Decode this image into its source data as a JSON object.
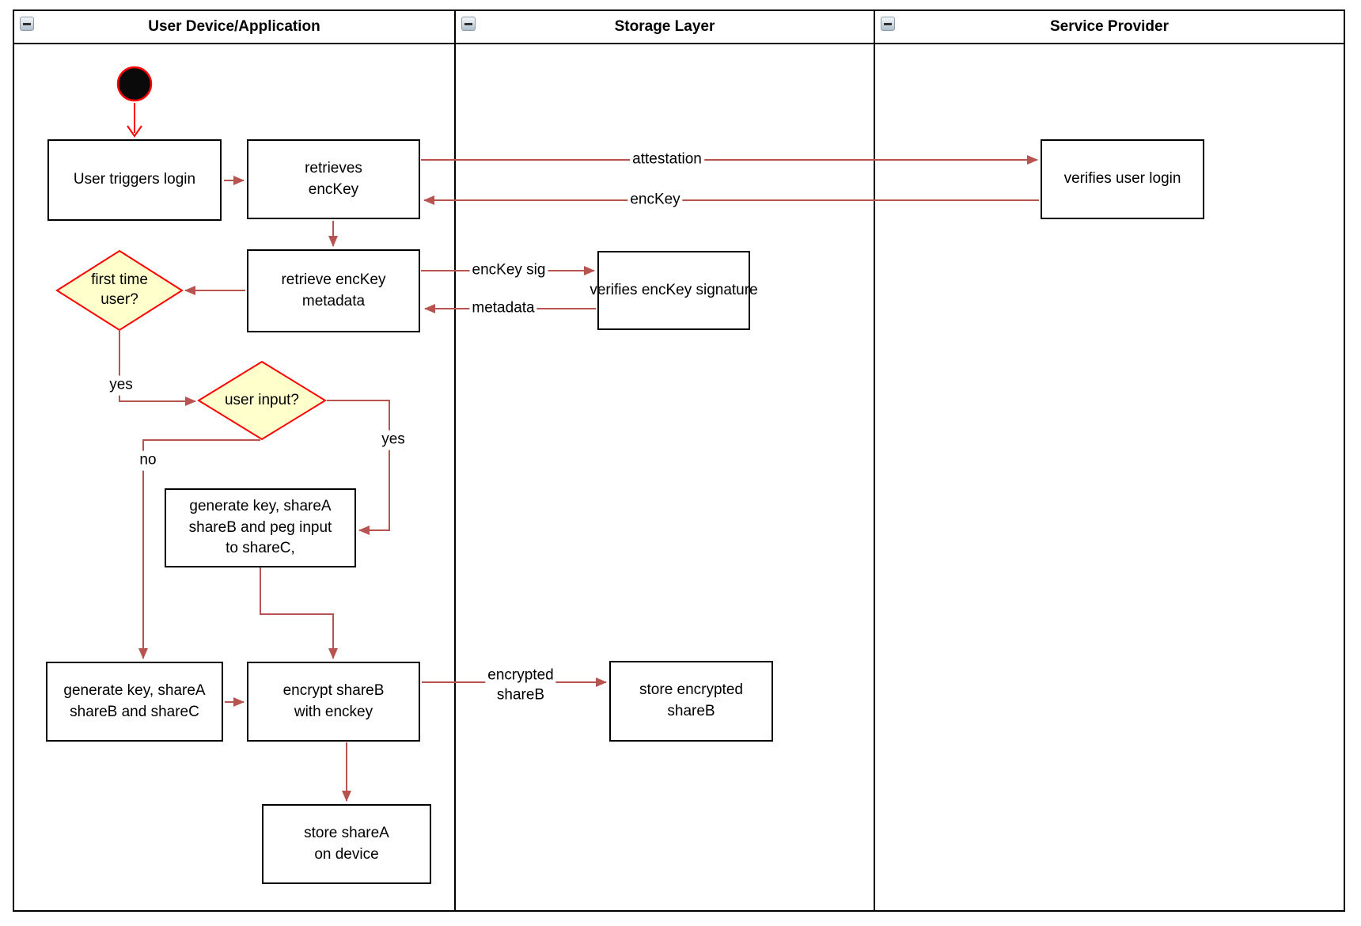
{
  "lanes": [
    {
      "title": "User Device/Application"
    },
    {
      "title": "Storage Layer"
    },
    {
      "title": "Service Provider"
    }
  ],
  "nodes": {
    "login": "User triggers login",
    "retrieves": "retrieves\nencKey",
    "metadata": "retrieve encKey\nmetadata",
    "first_time": "first time\nuser?",
    "user_input": "user input?",
    "peg": "generate key, shareA\nshareB and peg input\nto shareC,",
    "generate": "generate key, shareA\nshareB and shareC",
    "encrypt": "encrypt shareB\nwith enckey",
    "store_sharea": "store shareA\non device",
    "verify_sig": "verifies encKey signature",
    "store_encrypted": "store encrypted\nshareB",
    "verify_login": "verifies user login"
  },
  "edges": {
    "attestation": "attestation",
    "enckey": "encKey",
    "enckey_sig": "encKey sig",
    "metadata": "metadata",
    "yes_first": "yes",
    "yes_input": "yes",
    "no_input": "no",
    "encrypted_shareb": "encrypted\nshareB"
  },
  "icons": {
    "lane_collapse": "collapse-minus-icon"
  },
  "colors": {
    "edge_arrow": "#b85450",
    "start_accent": "#ff0000",
    "decision_fill": "#ffffcc",
    "node_border": "#000000",
    "lane_border": "#000000"
  }
}
